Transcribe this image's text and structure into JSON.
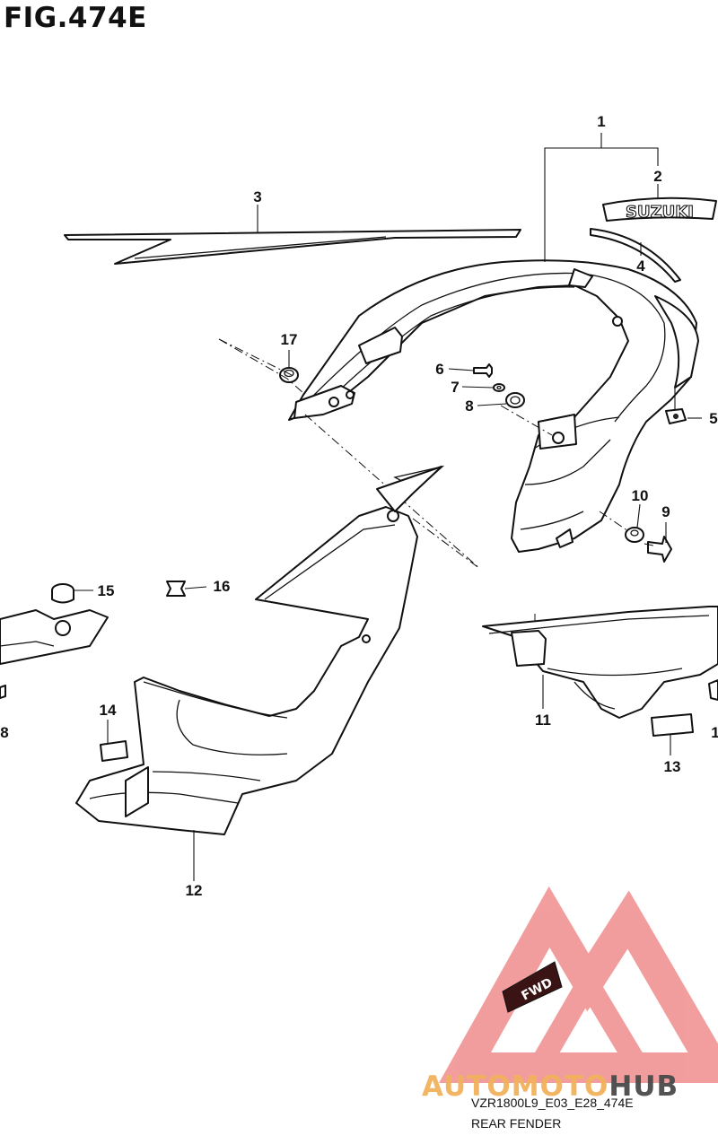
{
  "figure_title": "FIG.474E",
  "part_code": "VZR1800L9_E03_E28_474E",
  "part_name": "REAR FENDER",
  "brand_decal_text": "SUZUKI",
  "fwd_badge_text": "FWD",
  "watermark": {
    "prefix": "AUTOMOTO",
    "suffix": "HUB",
    "prefix_color": "#f1b25c",
    "suffix_color": "#4a4a4a",
    "logo_color": "#ee7d7d"
  },
  "callouts": {
    "c1": "1",
    "c2": "2",
    "c3": "3",
    "c4": "4",
    "c5": "5",
    "c6": "6",
    "c7": "7",
    "c8": "8",
    "c8b": "8",
    "c9": "9",
    "c10": "10",
    "c11": "11",
    "c12": "12",
    "c13": "13",
    "c14": "14",
    "c15": "15",
    "c16": "16",
    "c17": "17",
    "c1b": "1"
  }
}
